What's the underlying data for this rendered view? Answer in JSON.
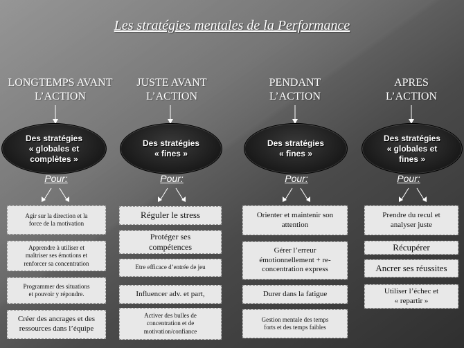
{
  "title": "Les stratégies mentales de la Performance",
  "columns": [
    {
      "heading": [
        "LONGTEMPS AVANT",
        "L’ACTION"
      ],
      "strategy": "Des stratégies\n« globales et\ncomplètes »",
      "pour": "Pour:",
      "items": [
        "Agir sur la direction et la\nforce de la motivation",
        "Apprendre à utiliser et\nmaîtriser ses émotions et\nrenforcer sa concentration",
        "Programmer des situations\net pouvoir y répondre.",
        "Créer des ancrages et des\nressources dans l’équipe"
      ]
    },
    {
      "heading": [
        "JUSTE AVANT",
        "L’ACTION"
      ],
      "strategy": "Des stratégies\n« fines »",
      "pour": "Pour:",
      "items": [
        "Réguler le stress",
        "Protéger ses\ncompétences",
        "Etre efficace d’entrée de jeu",
        "Influencer adv. et part,",
        "Activer des bulles de\nconcentration et de\nmotivation/confiance"
      ]
    },
    {
      "heading": [
        "PENDANT",
        "L’ACTION"
      ],
      "strategy": "Des stratégies\n« fines »",
      "pour": "Pour:",
      "items": [
        "Orienter et maintenir son\nattention",
        "Gérer l’erreur\némotionnellement + re-\nconcentration express",
        "Durer dans la fatigue",
        "Gestion mentale des temps\nforts et des temps faibles"
      ]
    },
    {
      "heading": [
        "APRES",
        "L’ACTION"
      ],
      "strategy": "Des stratégies\n« globales et\nfines »",
      "pour": "Pour:",
      "items": [
        "Prendre du recul et\nanalyser juste",
        "Récupérer",
        "Ancrer ses réussites",
        "Utiliser l’échec et\n« repartir »"
      ]
    }
  ]
}
